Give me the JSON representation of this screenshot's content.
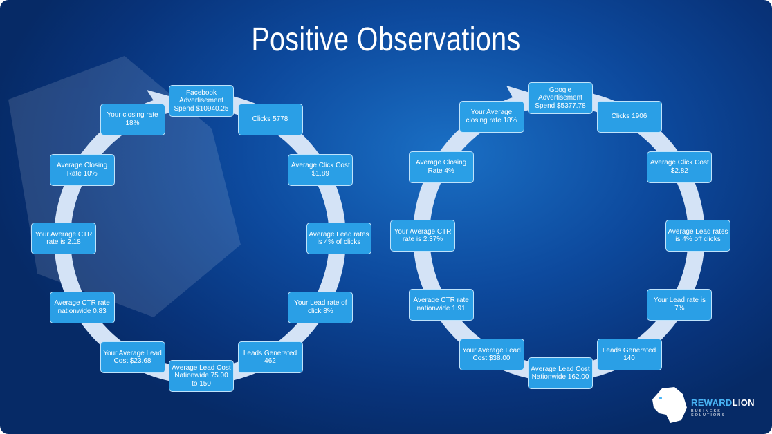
{
  "title": "Positive Observations",
  "colors": {
    "box": "#2a9fe6",
    "ring": "#d4e3f6",
    "background": "#0a3d8f"
  },
  "cycles": [
    {
      "name": "facebook",
      "items": [
        "Facebook Advertisement Spend  $10940.25",
        "Clicks 5778",
        "Average Click Cost $1.89",
        "Average Lead rates is 4% of clicks",
        "Your Lead rate of click  8%",
        "Leads Generated 462",
        "Average Lead Cost Nationwide 75.00 to 150",
        "Your Average Lead Cost $23.68",
        "Average CTR rate nationwide 0.83",
        "Your Average CTR rate is 2.18",
        "Average Closing Rate 10%",
        "Your closing rate 18%"
      ]
    },
    {
      "name": "google",
      "items": [
        "Google Advertisement Spend  $5377.78",
        "Clicks 1906",
        "Average Click Cost $2.82",
        "Average Lead rates is 4% off clicks",
        "Your Lead rate is 7%",
        "Leads Generated 140",
        "Average Lead Cost Nationwide 162.00",
        "Your Average Lead Cost $38.00",
        "Average CTR rate nationwide 1.91",
        "Your Average CTR rate is 2.37%",
        "Average Closing Rate 4%",
        "Your Average closing rate 18%"
      ]
    }
  ],
  "logo": {
    "brand_a": "REWARD",
    "brand_b": "LION",
    "tagline": "BUSINESS SOLUTIONS"
  }
}
